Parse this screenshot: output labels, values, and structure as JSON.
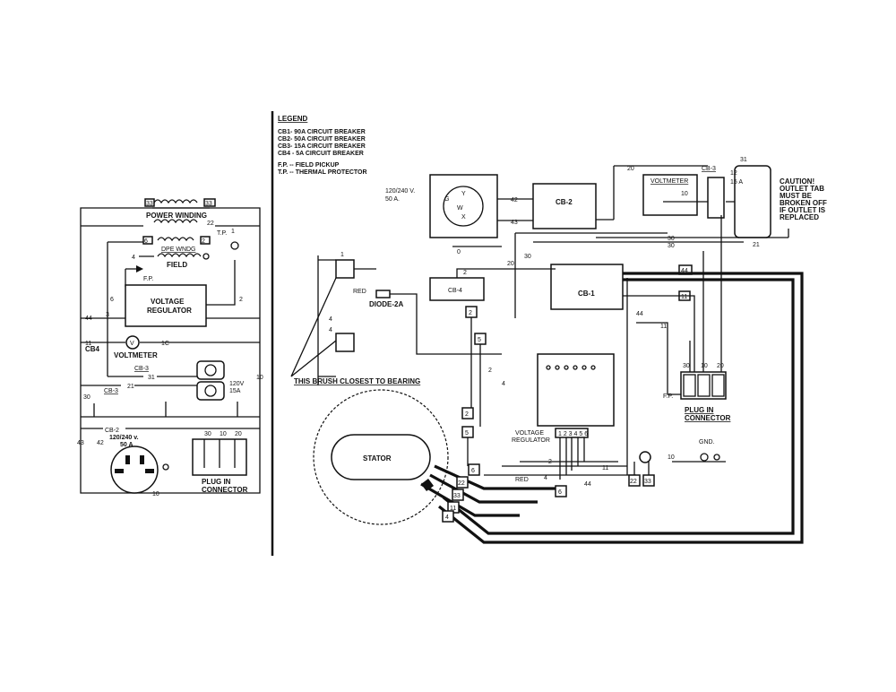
{
  "legend": {
    "title": "LEGEND",
    "items": [
      "CB1- 90A CIRCUIT BREAKER",
      "CB2- 50A CIRCUIT BREAKER",
      "CB3- 15A CIRCUIT BREAKER",
      "CB4 - 5A CIRCUIT BREAKER"
    ],
    "abbreviations": [
      "F.P. -- FIELD PICKUP",
      "T.P. -- THERMAL PROTECTOR"
    ]
  },
  "schematic": {
    "power_winding": "POWER WINDING",
    "exc_winding": "DPE WNDG",
    "field": "FIELD",
    "fp": "F.P.",
    "tp": "T.P.",
    "voltage_regulator": [
      "VOLTAGE",
      "REGULATOR"
    ],
    "voltmeter": "VOLTMETER",
    "cb4": "CB4",
    "cb3a": "CB-3",
    "cb3b": "CB-3",
    "cb2": "CB-2",
    "receptacle_120": [
      "120V",
      "15A"
    ],
    "receptacle_240": [
      "120/240 v.",
      "50 A"
    ],
    "plug_in": [
      "PLUG IN",
      "CONNECTOR"
    ],
    "wire_nums": {
      "n33": "33",
      "n22": "22",
      "n6": "6",
      "n2": "2",
      "n1": "1",
      "n4": "4",
      "n44": "44",
      "n11": "11",
      "n31": "31",
      "n21": "21",
      "n30": "30",
      "n10": "10",
      "n20": "20",
      "n43": "43",
      "n42": "42",
      "n3": "3",
      "n1c": "1C"
    }
  },
  "wiring": {
    "receptacle_240": [
      "120/240 V.",
      "50 A."
    ],
    "terminals": [
      "G",
      "Y",
      "W",
      "X"
    ],
    "cb2": "CB-2",
    "cb1": "CB-1",
    "cb3": "CB-3",
    "cb4": "CB-4",
    "voltmeter": "VOLTMETER",
    "receptacle_120": [
      "12",
      "15 A"
    ],
    "caution": [
      "CAUTION!",
      "OUTLET TAB",
      "MUST BE",
      "BROKEN OFF",
      "IF OUTLET IS",
      "REPLACED"
    ],
    "diode": "DIODE-2A",
    "red": "RED",
    "red2": "RED",
    "brush_note": "THIS BRUSH CLOSEST TO BEARING",
    "stator": "STATOR",
    "voltage_regulator": [
      "VOLTAGE",
      "REGULATOR"
    ],
    "vr_pins": "1 2 3 4 5 6",
    "fp": "F.P.",
    "plug_in": [
      "PLUG IN",
      "CONNECTOR"
    ],
    "gnd": "GND.",
    "tags": {
      "t44": "44",
      "t11": "11",
      "t2a": "2",
      "t5a": "5",
      "t2b": "2",
      "t5b": "5",
      "t6a": "6",
      "t22a": "22",
      "t33a": "33",
      "t11b": "11",
      "t4": "4",
      "t6b": "6",
      "t22b": "22",
      "t33b": "33"
    },
    "wire_nums": {
      "n42": "42",
      "n43": "43",
      "n20": "20",
      "n10": "10",
      "n30a": "30",
      "n30b": "30",
      "n30c": "30",
      "n20b": "20",
      "n11": "11",
      "n4": "4",
      "n44": "44",
      "n2": "2",
      "n1": "1",
      "n10b": "10",
      "n10c": "10",
      "n21": "21",
      "n31": "31",
      "n30d": "30",
      "n10d": "10",
      "n20d": "20",
      "n0": "0",
      "n6": "6",
      "n3": "3",
      "n4b": "4",
      "n2b": "2",
      "n11b": "11",
      "n44b": "44",
      "n10e": "10"
    }
  }
}
